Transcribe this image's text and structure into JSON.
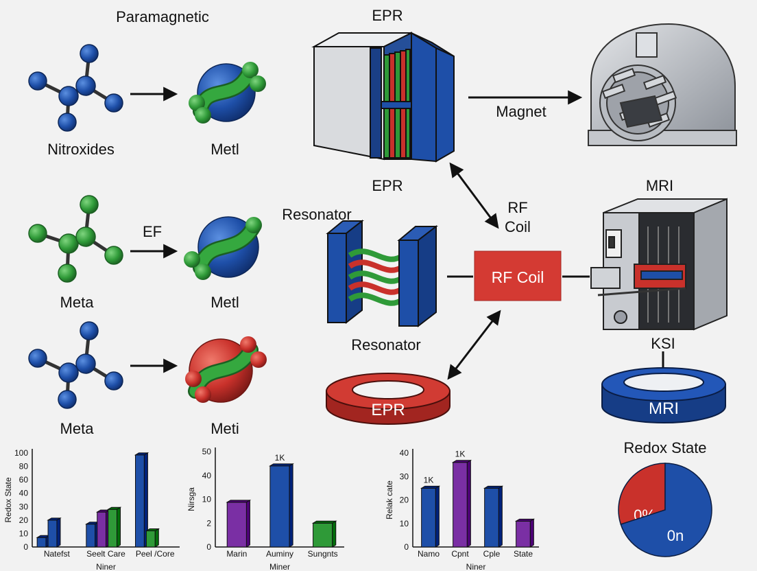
{
  "labels": {
    "paramagnetic": "Paramagnetic",
    "nitroxides": "Nitroxides",
    "metl_1": "Metl",
    "ef": "EF",
    "meta_1": "Meta",
    "metl_2": "Metl",
    "meta_2": "Meta",
    "meti": "Meti",
    "epr_top": "EPR",
    "magnet": "Magnet",
    "epr_mid": "EPR",
    "rf_coil_small_1": "RF",
    "rf_coil_small_2": "Coil",
    "mri_top": "MRI",
    "resonator_1": "Resonator",
    "resonator_2": "Resonator",
    "rf_coil_box": "RF Coil",
    "ksi": "KSI",
    "epr_ring": "EPR",
    "mri_ring": "MRI",
    "redox_state": "Redox State"
  },
  "colors": {
    "blue": "#1e4fa8",
    "green": "#2f9a38",
    "red": "#c9312b",
    "purple": "#7a2fa4",
    "gray": "#9a9ea6",
    "navy": "#14306e"
  },
  "icons": {
    "molecule": "ball-and-stick-molecule-icon",
    "complex": "metal-complex-icon",
    "epr": "epr-magnet-cabinet-icon",
    "mri": "mri-scanner-icon",
    "resonator": "resonator-icon",
    "ring": "ring-coil-icon"
  },
  "chart_data": [
    {
      "type": "bar",
      "ylabel": "Redox State",
      "xlabel": "Niner",
      "ylim": [
        0,
        100
      ],
      "yticks": [
        "0",
        "10",
        "20",
        "30",
        "40",
        "60",
        "80",
        "100"
      ],
      "categories": [
        "Natefst",
        "Seelt Care",
        "Peel /Core"
      ],
      "series": [
        {
          "values": [
            7,
            17,
            97
          ],
          "color": "blue"
        },
        {
          "values": [
            20,
            0,
            0
          ],
          "color": "blue"
        },
        {
          "values": [
            0,
            26,
            0
          ],
          "color": "purple"
        },
        {
          "values": [
            0,
            28,
            12
          ],
          "color": "green"
        }
      ]
    },
    {
      "type": "bar",
      "ylabel": "Nirsga",
      "xlabel": "Miner",
      "ylim": [
        0,
        50
      ],
      "yticks": [
        "0",
        "2",
        "10",
        "40",
        "50"
      ],
      "categories": [
        "Marin",
        "Auminy",
        "Sungnts"
      ],
      "values": [
        9,
        44,
        2
      ],
      "bar_colors": [
        "purple",
        "blue",
        "green"
      ],
      "annotations": [
        "",
        "1K",
        ""
      ]
    },
    {
      "type": "bar",
      "ylabel": "Relak cate",
      "xlabel": "Niner",
      "ylim": [
        0,
        40
      ],
      "yticks": [
        "0",
        "10",
        "20",
        "30",
        "40"
      ],
      "categories": [
        "Namo",
        "Cpnt",
        "Cple",
        "State"
      ],
      "values": [
        25,
        36,
        25,
        11
      ],
      "bar_colors": [
        "blue",
        "purple",
        "blue",
        "purple"
      ],
      "annotations": [
        "1K",
        "1K",
        "",
        ""
      ]
    },
    {
      "type": "pie",
      "title": "Redox State",
      "slices": [
        {
          "label": "0%",
          "value": 30,
          "color": "red"
        },
        {
          "label": "0n",
          "value": 70,
          "color": "blue"
        }
      ]
    }
  ]
}
